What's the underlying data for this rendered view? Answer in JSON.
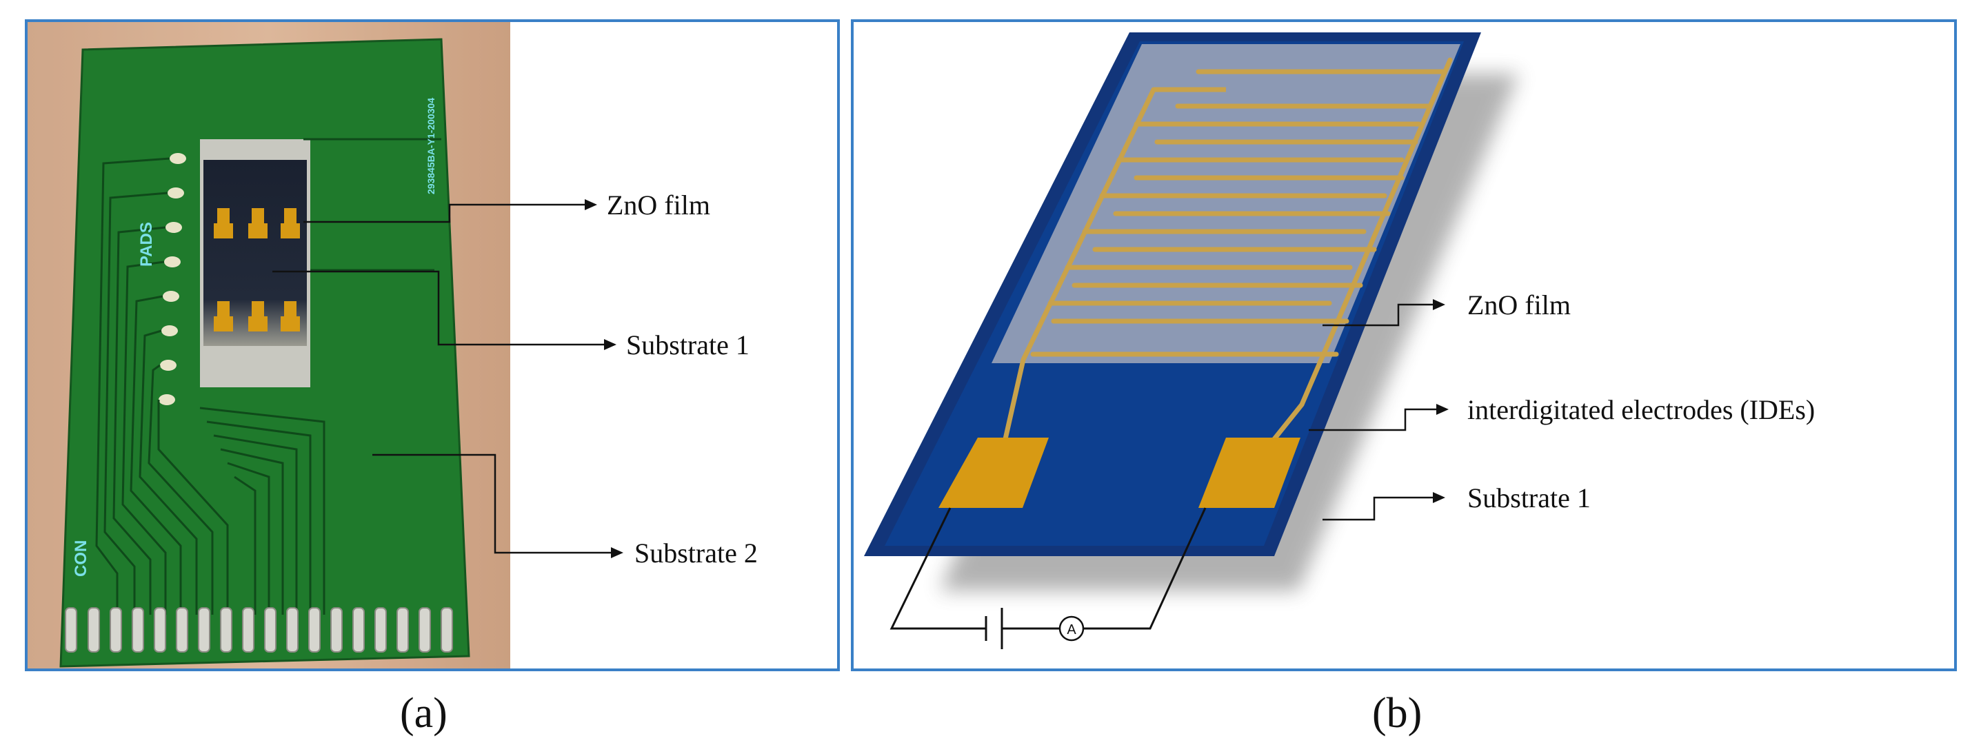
{
  "panel_a": {
    "caption": "(a)",
    "labels": {
      "zno_film": "ZnO film",
      "substrate_1": "Substrate 1",
      "substrate_2": "Substrate 2"
    },
    "silkscreen": {
      "pads": "PADS",
      "con": "CON",
      "code": "293845BA-Y1-200304"
    }
  },
  "panel_b": {
    "caption": "(b)",
    "labels": {
      "zno_film": "ZnO film",
      "ides": "interdigitated electrodes (IDEs)",
      "substrate_1": "Substrate 1"
    },
    "ammeter_symbol": "A"
  },
  "colors": {
    "frame": "#3a80c7",
    "pcb_green": "#1f7a2c",
    "substrate_blue": "#0d3f8f",
    "electrode_gold": "#d79a14",
    "film_grey": "#9aa3b8"
  }
}
